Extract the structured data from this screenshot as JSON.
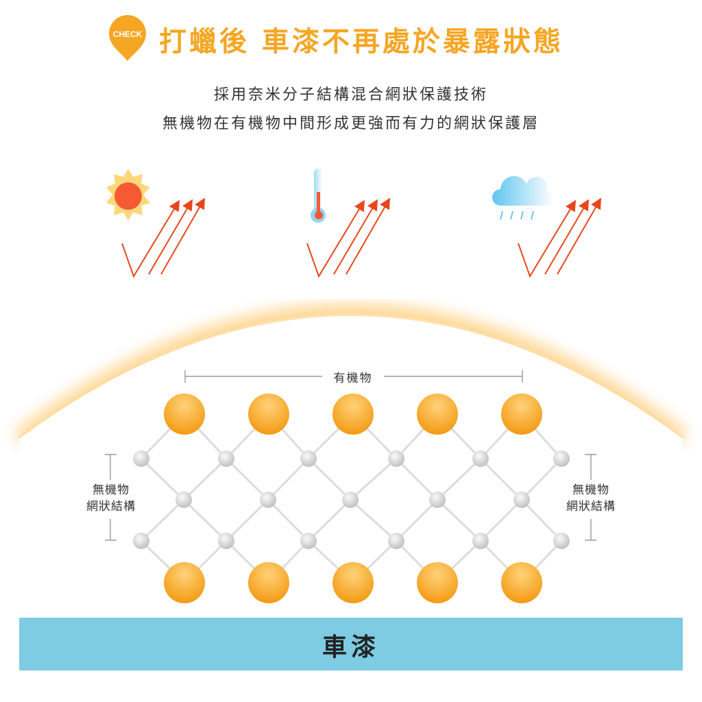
{
  "header": {
    "badge": "CHECK",
    "title": "打蠟後 車漆不再處於暴露狀態",
    "subtitle_line1": "採用奈米分子結構混合網狀保護技術",
    "subtitle_line2": "無機物在有機物中間形成更強而有力的網狀保護層"
  },
  "icons": [
    "sun-icon",
    "thermometer-icon",
    "rain-cloud-icon"
  ],
  "diagram": {
    "organic_label": "有機物",
    "inorganic_left_line1": "無機物",
    "inorganic_left_line2": "網狀結構",
    "inorganic_right_line1": "無機物",
    "inorganic_right_line2": "網狀結構",
    "base_label": "車漆"
  },
  "colors": {
    "accent": "#f5a623",
    "arrow": "#e8461c",
    "base": "#7ecbe4",
    "node": "#cfcfcf"
  }
}
